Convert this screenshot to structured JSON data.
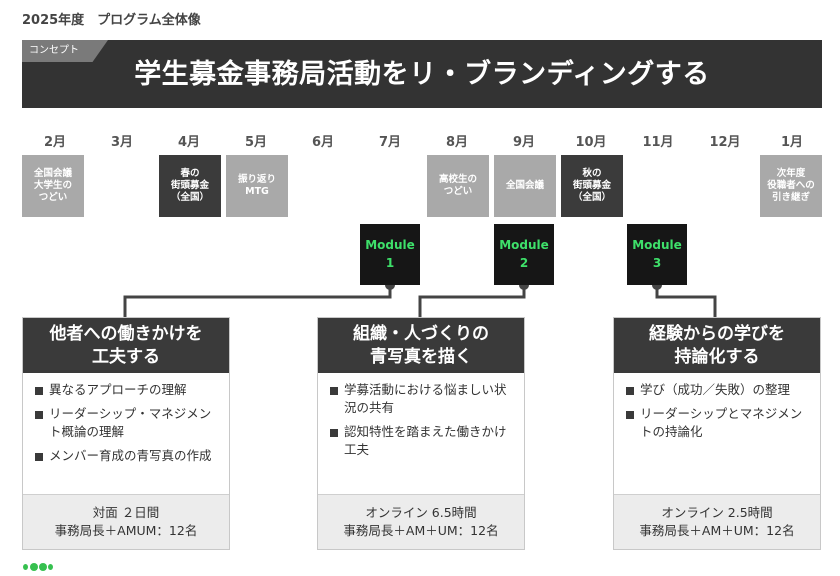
{
  "page_title": "2025年度　プログラム全体像",
  "concept": {
    "tag": "コンセプト",
    "text": "学生募金事務局活動をリ・ブランディングする"
  },
  "months": [
    "2月",
    "3月",
    "4月",
    "5月",
    "6月",
    "7月",
    "8月",
    "9月",
    "10月",
    "11月",
    "12月",
    "1月"
  ],
  "events": [
    {
      "text": "全国会議\n大学生の\nつどい",
      "style": "light"
    },
    {
      "text": "春の\n街頭募金\n（全国）",
      "style": "dark"
    },
    {
      "text": "振り返り\nMTG",
      "style": "light"
    },
    {
      "text": "高校生の\nつどい",
      "style": "light"
    },
    {
      "text": "全国会議",
      "style": "light"
    },
    {
      "text": "秋の\n街頭募金\n（全国）",
      "style": "dark"
    },
    {
      "text": "次年度\n役職者への\n引き継ぎ",
      "style": "light"
    }
  ],
  "modules": [
    {
      "label": "Module",
      "number": "1"
    },
    {
      "label": "Module",
      "number": "2"
    },
    {
      "label": "Module",
      "number": "3"
    }
  ],
  "cards": [
    {
      "title_line1": "他者への働きかけを",
      "title_line2": "工夫する",
      "items": [
        "異なるアプローチの理解",
        "リーダーシップ・マネジメント概論の理解",
        "メンバー育成の青写真の作成"
      ],
      "format": "対面 ２日間",
      "participants": "事務局長＋AMUM：12名"
    },
    {
      "title_line1": "組織・人づくりの",
      "title_line2": "青写真を描く",
      "items": [
        "学募活動における悩ましい状況の共有",
        "認知特性を踏まえた働きかけ工夫"
      ],
      "format": "オンライン 6.5時間",
      "participants": "事務局長＋AM＋UM：12名"
    },
    {
      "title_line1": "経験からの学びを",
      "title_line2": "持論化する",
      "items": [
        "学び（成功／失敗）の整理",
        "リーダーシップとマネジメントの持論化"
      ],
      "format": "オンライン 2.5時間",
      "participants": "事務局長＋AM＋UM：12名"
    }
  ],
  "colors": {
    "dark": "#333333",
    "module_text": "#3ee06a",
    "accent_dot": "#36c04f"
  }
}
